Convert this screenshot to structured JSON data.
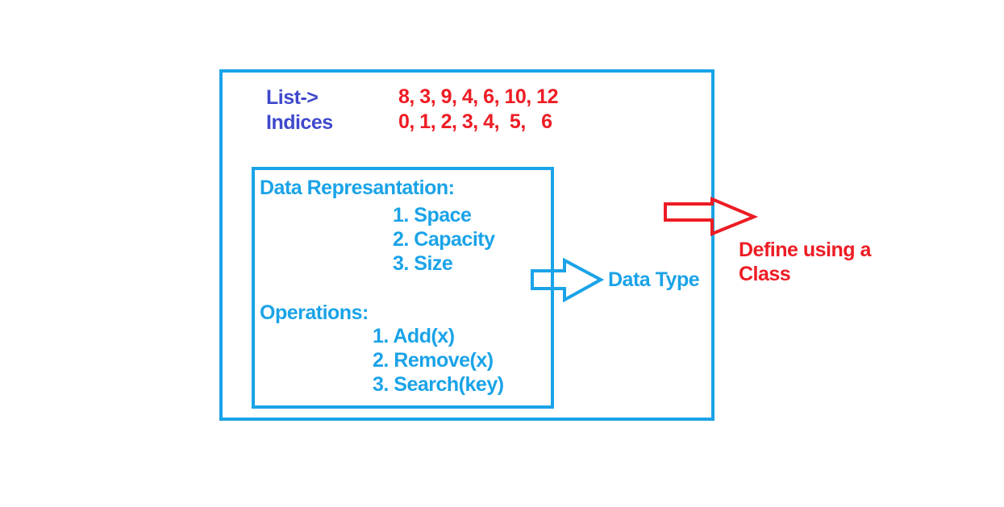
{
  "colors": {
    "cyan": "#1AA3E8",
    "indigo": "#3F48CC",
    "red": "#ED1C24"
  },
  "list_header": {
    "list_label": "List->",
    "list_values": "8, 3, 9, 4, 6, 10, 12",
    "indices_label": "Indices",
    "indices_values": "0, 1, 2, 3, 4,  5,   6"
  },
  "adt_box": {
    "representation_title": "Data Represantation:",
    "representation_items": [
      "1. Space",
      "2. Capacity",
      "3. Size"
    ],
    "operations_title": "Operations:",
    "operations_items": [
      "1. Add(x)",
      "2. Remove(x)",
      "3. Search(key)"
    ]
  },
  "annotations": {
    "data_type_label": "Data Type",
    "define_class_line1": "Define using a",
    "define_class_line2": "Class"
  }
}
